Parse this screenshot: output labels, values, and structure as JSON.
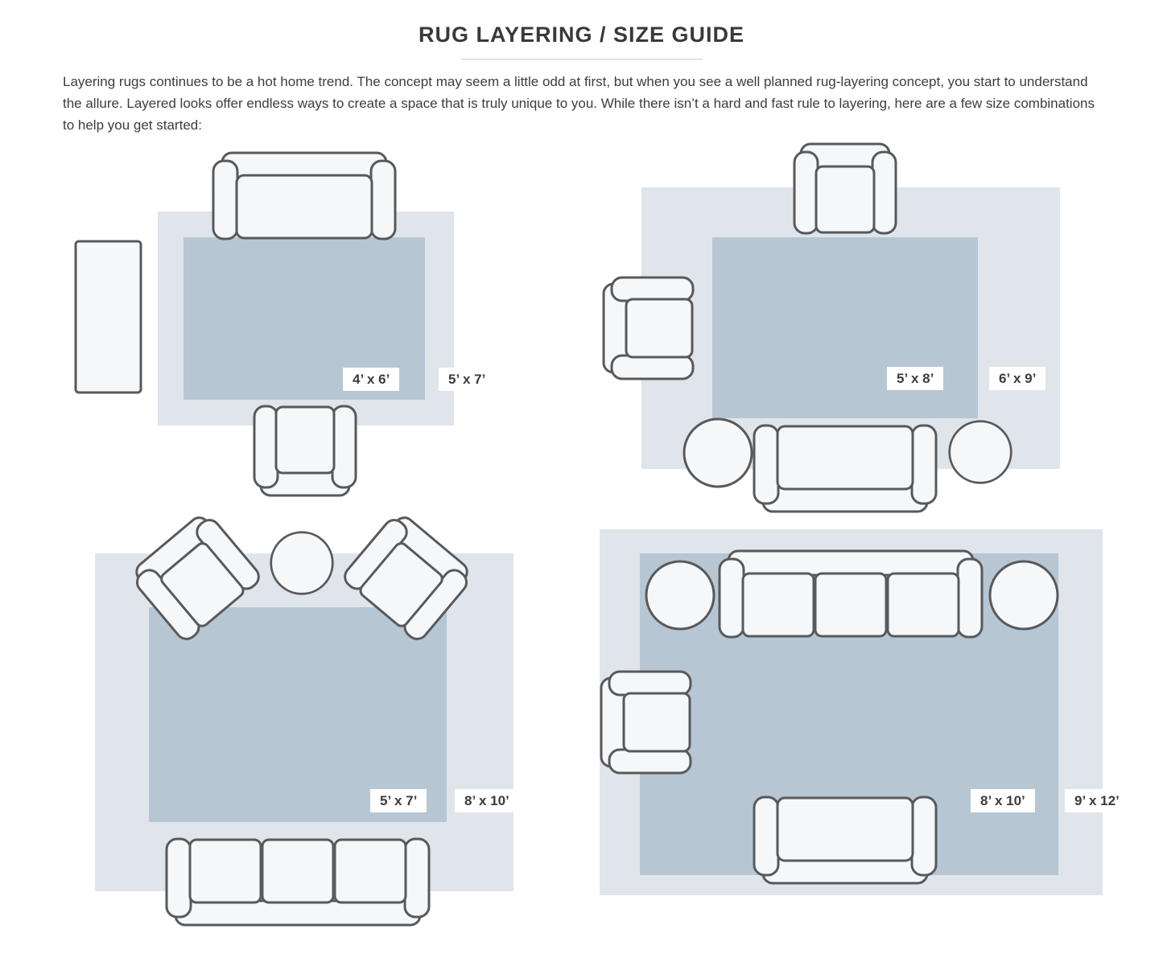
{
  "page": {
    "title": "RUG LAYERING / SIZE GUIDE",
    "intro": "Layering rugs continues to be a hot home trend. The concept may seem a little odd at first, but when you see a well planned rug-layering concept, you start to understand the allure. Layered looks offer endless ways to create a space that is truly unique to you. While there isn’t a hard and fast rule to layering, here are a few size combinations to help you get started:"
  },
  "diagrams": [
    {
      "name": "layout-1",
      "inner_rug_size": "4’ x 6’",
      "outer_rug_size": "5’ x 7’"
    },
    {
      "name": "layout-2",
      "inner_rug_size": "5’ x 8’",
      "outer_rug_size": "6’ x 9’"
    },
    {
      "name": "layout-3",
      "inner_rug_size": "5’ x 7’",
      "outer_rug_size": "8’ x 10’"
    },
    {
      "name": "layout-4",
      "inner_rug_size": "8’ x 10’",
      "outer_rug_size": "9’ x 12’"
    }
  ],
  "colors": {
    "outer_rug": "#dfe5ea",
    "inner_rug": "#b7c6d3",
    "furniture_fill": "#f5f7f8",
    "furniture_stroke": "#58595b",
    "text": "#3b3c3e",
    "divider": "#c9cdd1"
  }
}
